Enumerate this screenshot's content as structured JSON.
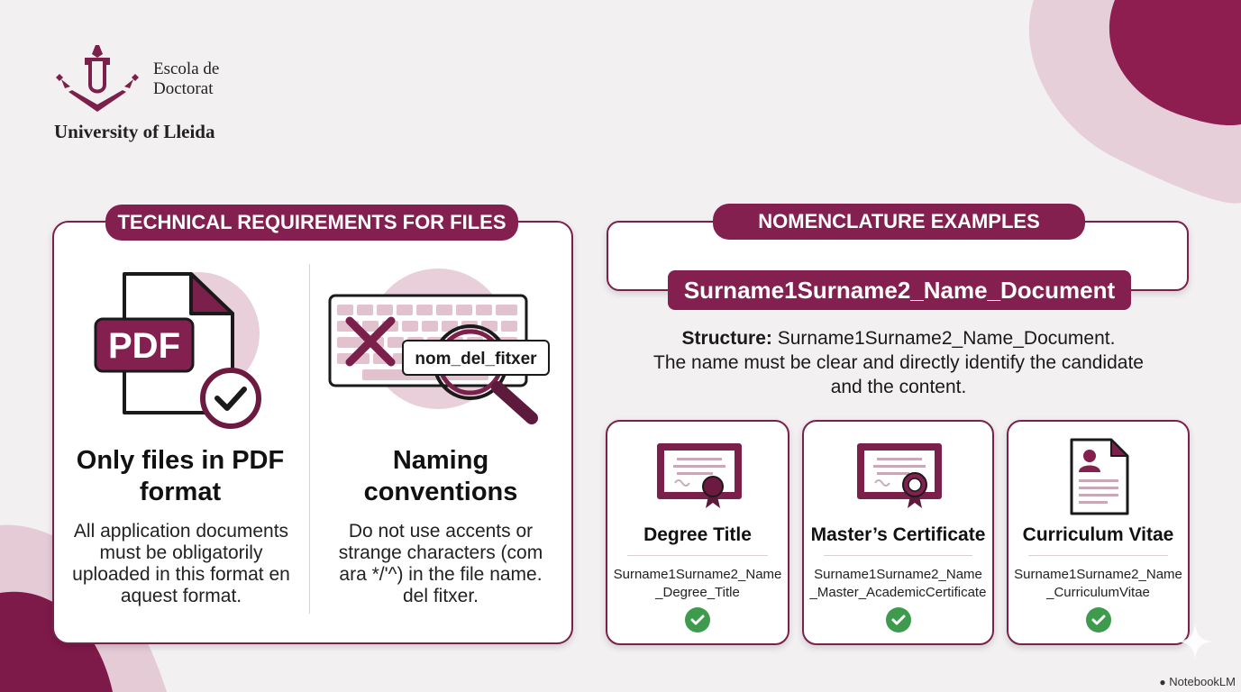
{
  "logo": {
    "line1": "Escola de",
    "line2": "Doctorat",
    "university": "University of Lleida"
  },
  "technical": {
    "heading": "TECHNICAL REQUIREMENTS FOR FILES",
    "pdf": {
      "icon_label": "PDF",
      "title": "Only files in PDF format",
      "description": "All application documents must be obligatorily uploaded in this format en aquest format."
    },
    "naming": {
      "filename_label": "nom_del_fitxer",
      "title": "Naming conventions",
      "description": "Do not use accents or strange characters (com ara */'^) in the file name. del fitxer."
    }
  },
  "nomenclature": {
    "heading": "NOMENCLATURE EXAMPLES",
    "pattern": "Surname1Surname2_Name_Document",
    "structure_label": "Structure:",
    "structure_value": "Surname1Surname2_Name_Document.",
    "explanation_line1": "The name must be clear and directly identify the candidate",
    "explanation_line2": "and the content.",
    "examples": [
      {
        "title": "Degree Title",
        "name_line1": "Surname1Surname2_Name",
        "name_line2": "_Degree_Title",
        "icon": "diploma-icon"
      },
      {
        "title": "Master’s Certificate",
        "name_line1": "Surname1Surname2_Name",
        "name_line2": "_Master_AcademicCertificate",
        "icon": "certificate-icon"
      },
      {
        "title": "Curriculum Vitae",
        "name_line1": "Surname1Surname2_Name",
        "name_line2": "_CurriculumVitae",
        "icon": "cv-document-icon"
      }
    ]
  },
  "footer": {
    "brand": "NotebookLM"
  },
  "colors": {
    "accent": "#84204f",
    "success": "#3e9a4c",
    "background": "#f2f0f1"
  }
}
